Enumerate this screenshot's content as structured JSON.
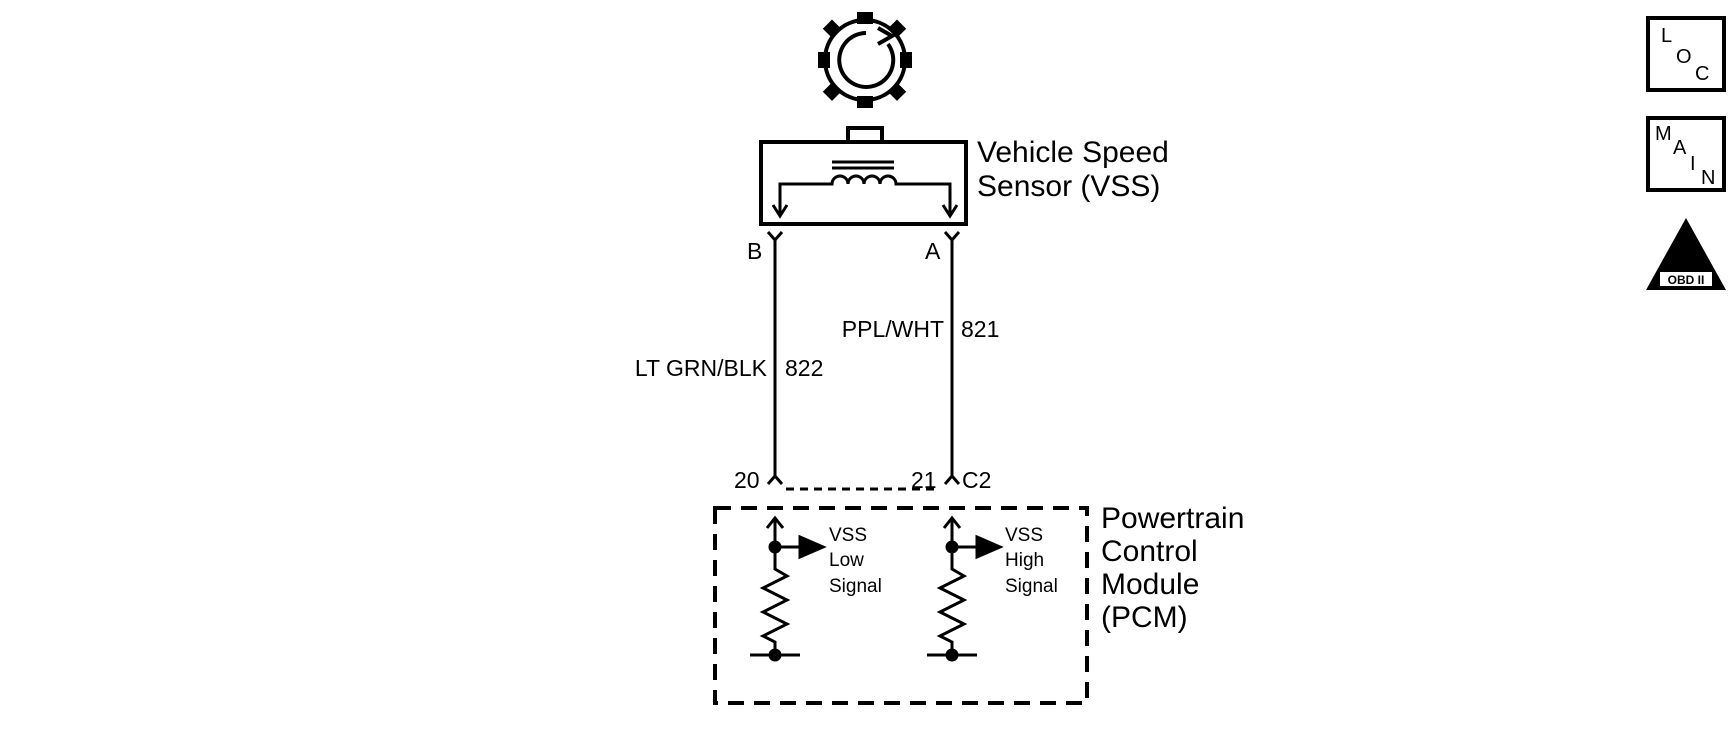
{
  "sensor": {
    "name_line1": "Vehicle Speed",
    "name_line2": "Sensor (VSS)",
    "pin_b": "B",
    "pin_a": "A"
  },
  "wires": {
    "low": {
      "color": "LT GRN/BLK",
      "circuit": "822"
    },
    "high": {
      "color": "PPL/WHT",
      "circuit": "821"
    }
  },
  "pcm": {
    "name_lines": [
      "Powertrain",
      "Control",
      "Module",
      "(PCM)"
    ],
    "pin_low": "20",
    "pin_high": "21",
    "connector": "C2",
    "signal_low": [
      "VSS",
      "Low",
      "Signal"
    ],
    "signal_high": [
      "VSS",
      "High",
      "Signal"
    ]
  },
  "icons": {
    "loc": {
      "letters": [
        "L",
        "O",
        "C"
      ]
    },
    "main": {
      "letters": [
        "M",
        "A",
        "I",
        "N"
      ]
    },
    "obd": {
      "roman": "II",
      "label": "OBD II"
    }
  }
}
